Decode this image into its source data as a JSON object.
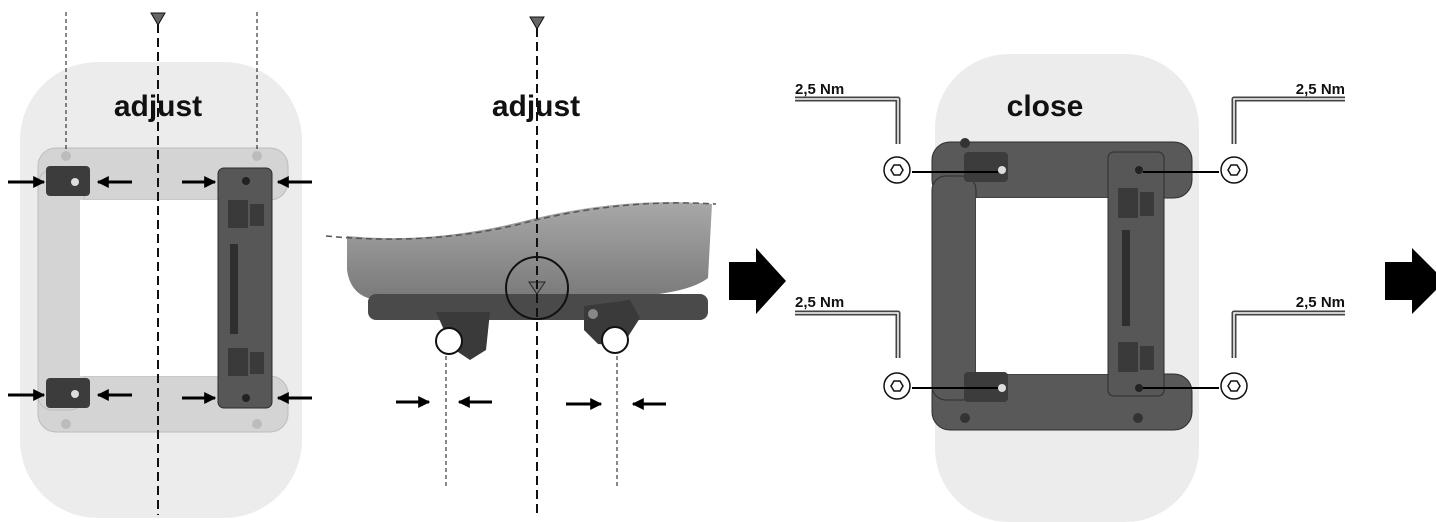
{
  "panels": {
    "panel1": {
      "label": "adjust"
    },
    "panel2": {
      "label": "adjust"
    },
    "panel3": {
      "label": "close",
      "torque_top_left": "2,5 Nm",
      "torque_top_right": "2,5 Nm",
      "torque_bottom_left": "2,5 Nm",
      "torque_bottom_right": "2,5 Nm"
    }
  },
  "colors": {
    "base_shape": "#ececec",
    "frame_light": "#d2d2d2",
    "frame_dark": "#595959",
    "clamp": "#3c3c3c",
    "arrow": "#000000"
  },
  "icons": [
    "arrow-left-icon",
    "arrow-right-icon",
    "step-arrow-icon",
    "hex-key-icon",
    "rotate-icon",
    "center-marker-icon"
  ]
}
